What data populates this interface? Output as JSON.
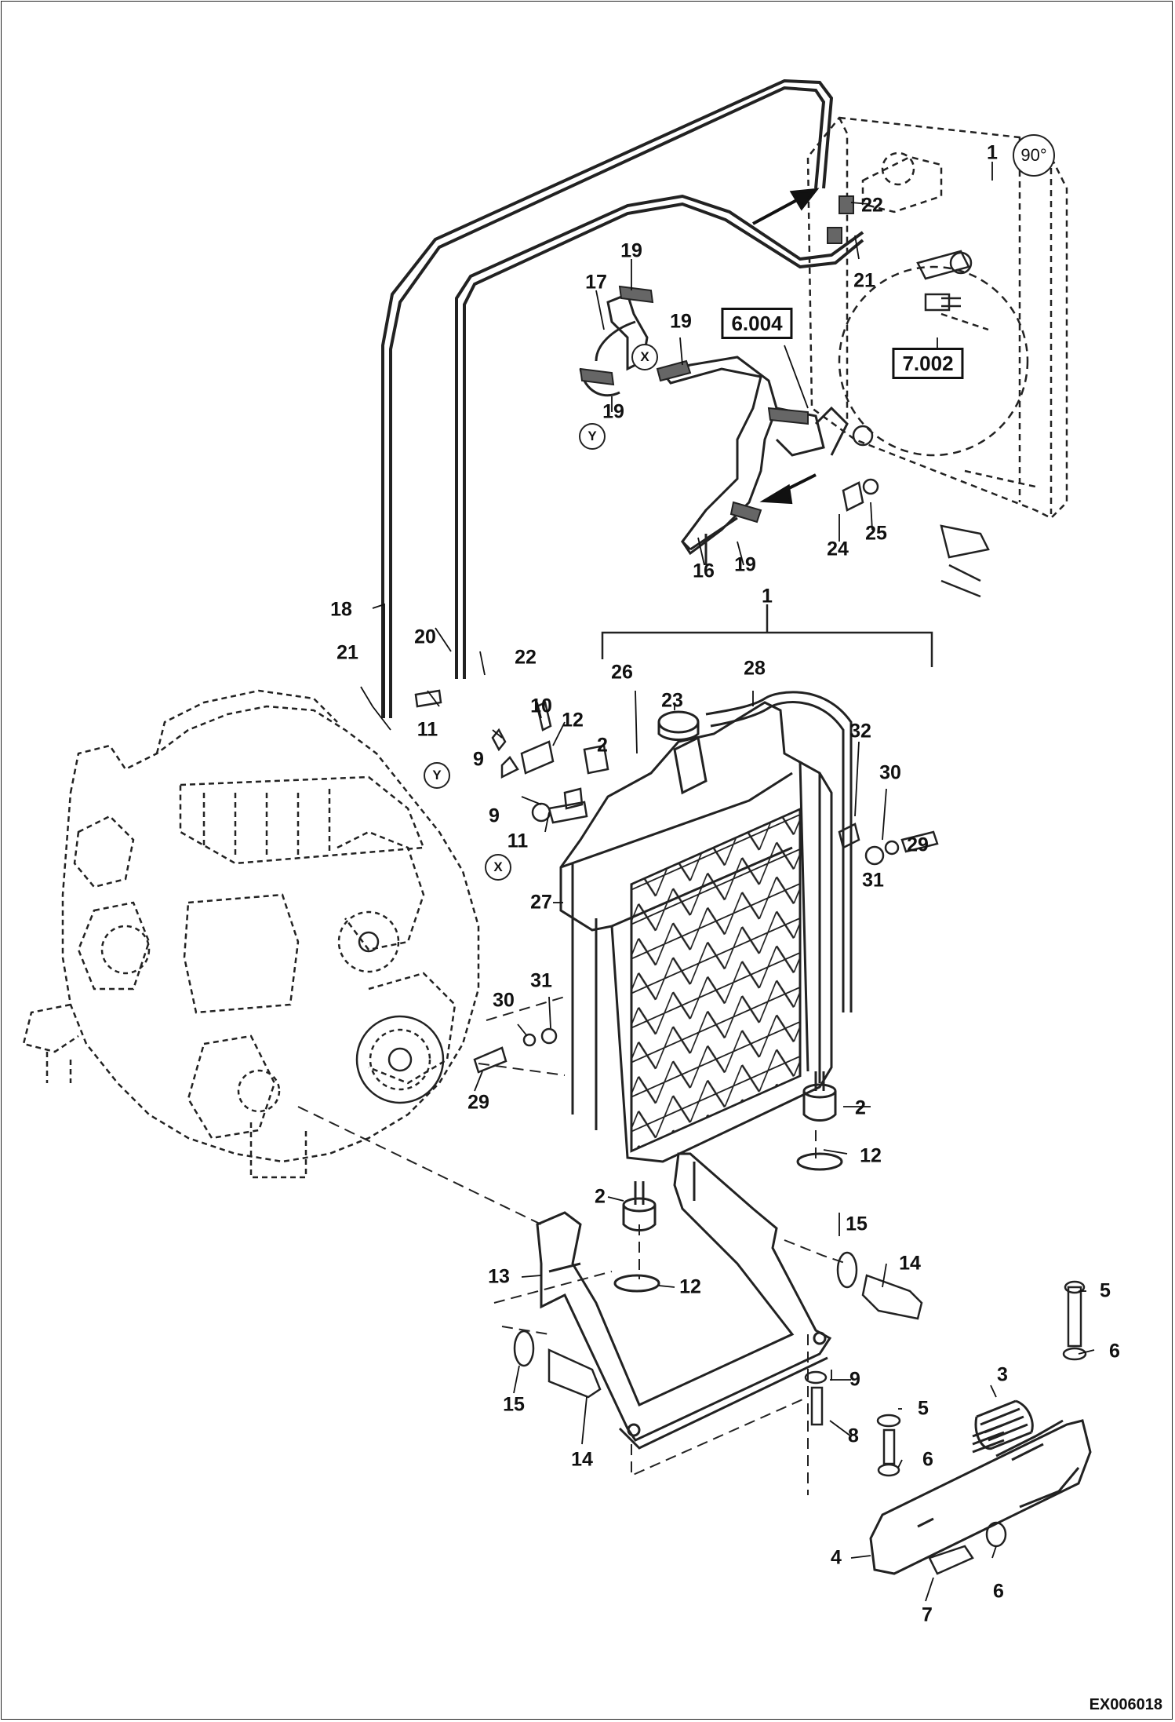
{
  "rotation_badge": "90°",
  "drawing_code": "EX006018",
  "refs": [
    "6.004",
    "7.002"
  ],
  "markers": [
    "X",
    "Y",
    "Y",
    "X"
  ],
  "callouts": [
    "1",
    "1",
    "2",
    "2",
    "2",
    "3",
    "4",
    "5",
    "5",
    "6",
    "6",
    "6",
    "7",
    "8",
    "9",
    "9",
    "9",
    "10",
    "11",
    "11",
    "12",
    "12",
    "12",
    "13",
    "14",
    "14",
    "15",
    "15",
    "16",
    "17",
    "18",
    "19",
    "19",
    "19",
    "19",
    "20",
    "21",
    "21",
    "22",
    "22",
    "23",
    "24",
    "25",
    "26",
    "27",
    "28",
    "29",
    "29",
    "30",
    "30",
    "31",
    "31",
    "32"
  ]
}
